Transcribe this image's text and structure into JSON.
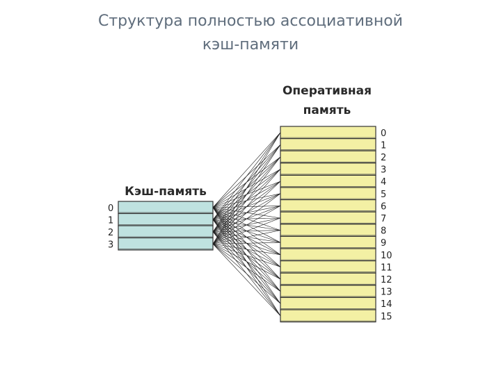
{
  "title": {
    "line1": "Структура полностью ассоциативной",
    "line2": "кэш-памяти"
  },
  "memory": {
    "label_line1": "Оперативная",
    "label_line2": "память",
    "rows": [
      "0",
      "1",
      "2",
      "3",
      "4",
      "5",
      "6",
      "7",
      "8",
      "9",
      "10",
      "11",
      "12",
      "13",
      "14",
      "15"
    ],
    "color": "#f3f0a4"
  },
  "cache": {
    "label": "Кэш-память",
    "rows": [
      "0",
      "1",
      "2",
      "3"
    ],
    "color": "#bfe2e0"
  },
  "connection": "every cache line to every memory block"
}
